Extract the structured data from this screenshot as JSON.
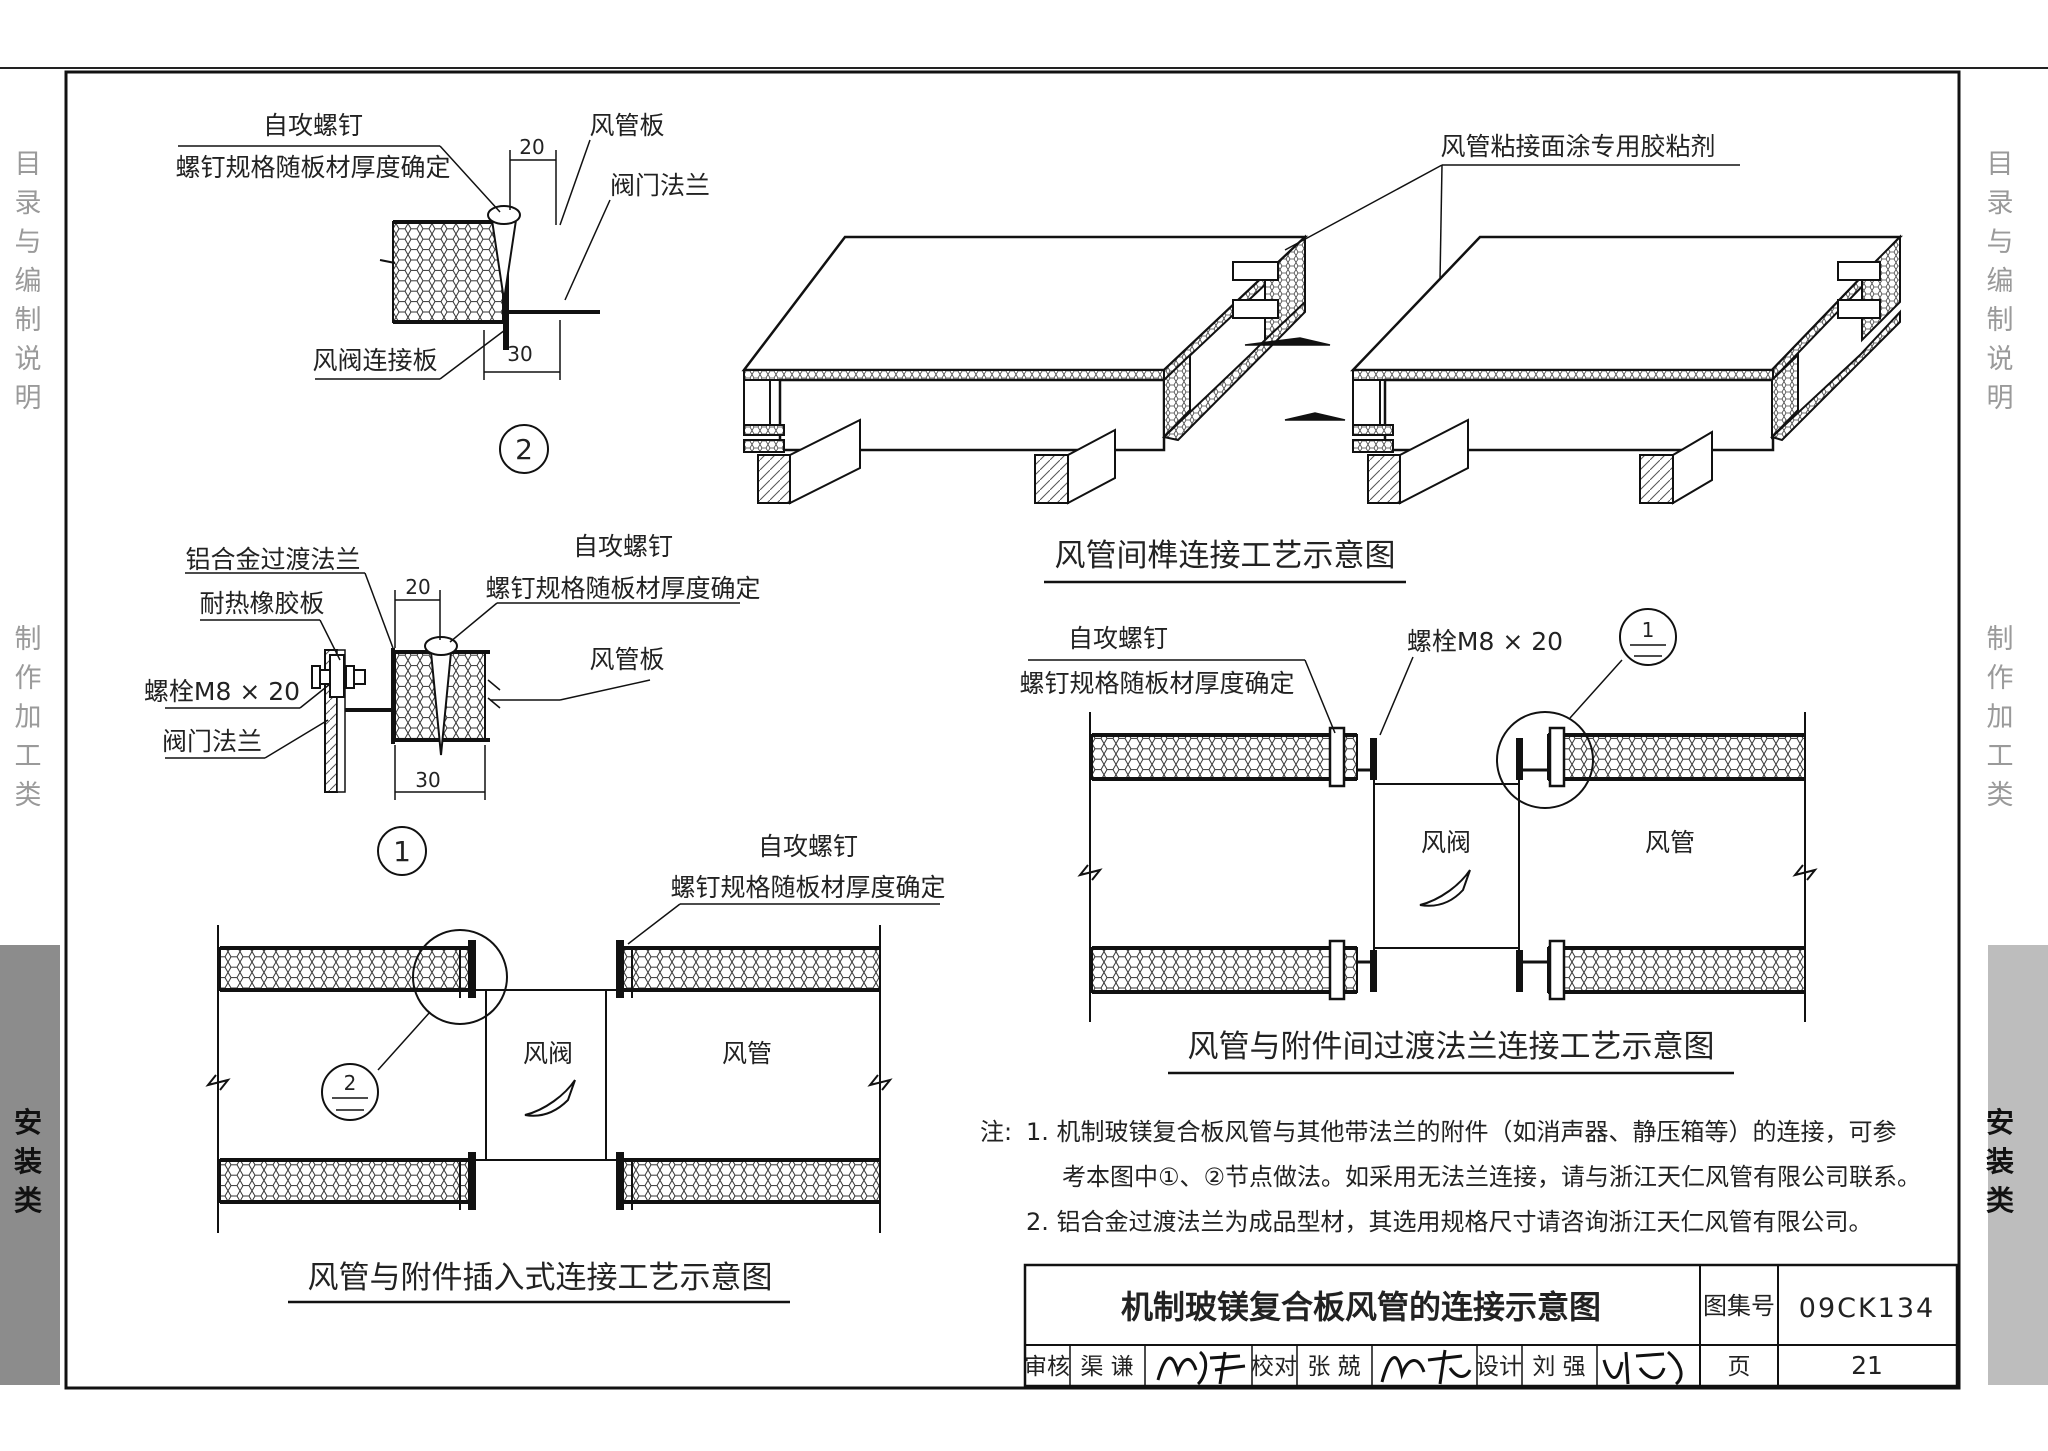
{
  "sidebar_left": [
    {
      "text": "目录与编制说明",
      "active": false
    },
    {
      "text": "制作加工类",
      "active": false
    },
    {
      "text": "安装类",
      "active": true
    }
  ],
  "sidebar_right": [
    {
      "text": "目录与编制说明",
      "active": false
    },
    {
      "text": "制作加工类",
      "active": false
    },
    {
      "text": "安装类",
      "active": true
    }
  ],
  "detail2": {
    "screw_label": "自攻螺钉",
    "screw_spec": "螺钉规格随板材厚度确定",
    "dim_top": "20",
    "panel_label": "风管板",
    "valve_flange_label": "阀门法兰",
    "connect_plate_label": "风阀连接板",
    "dim_bottom": "30",
    "number": "2"
  },
  "detail1": {
    "transition_flange_label": "铝合金过渡法兰",
    "rubber_label": "耐热橡胶板",
    "bolt_label": "螺栓M8 × 20",
    "valve_flange_label": "阀门法兰",
    "screw_label": "自攻螺钉",
    "screw_spec": "螺钉规格随板材厚度确定",
    "dim_top": "20",
    "panel_label": "风管板",
    "dim_bottom": "30",
    "number": "1"
  },
  "tenon": {
    "glue_label": "风管粘接面涂专用胶粘剂",
    "caption": "风管间榫连接工艺示意图"
  },
  "transition": {
    "screw_label": "自攻螺钉",
    "screw_spec": "螺钉规格随板材厚度确定",
    "bolt_label": "螺栓M8 × 20",
    "ref_number": "1",
    "valve_label": "风阀",
    "duct_label": "风管",
    "caption": "风管与附件间过渡法兰连接工艺示意图"
  },
  "insert": {
    "screw_label": "自攻螺钉",
    "screw_spec": "螺钉规格随板材厚度确定",
    "ref_number": "2",
    "valve_label": "风阀",
    "duct_label": "风管",
    "caption": "风管与附件插入式连接工艺示意图"
  },
  "notes": {
    "prefix": "注:",
    "items": [
      "1. 机制玻镁复合板风管与其他带法兰的附件（如消声器、静压箱等）的连接，可参",
      "考本图中①、②节点做法。如采用无法兰连接，请与浙江天仁风管有限公司联系。",
      "2. 铝合金过渡法兰为成品型材，其选用规格尺寸请咨询浙江天仁风管有限公司。"
    ]
  },
  "title_block": {
    "title": "机制玻镁复合板风管的连接示意图",
    "atlas_label": "图集号",
    "atlas_no": "09CK134",
    "review_label": "审核",
    "review_name": "渠 谦",
    "check_label": "校对",
    "check_name": "张 兢",
    "design_label": "设计",
    "design_name": "刘 强",
    "page_label": "页",
    "page_no": "21"
  }
}
